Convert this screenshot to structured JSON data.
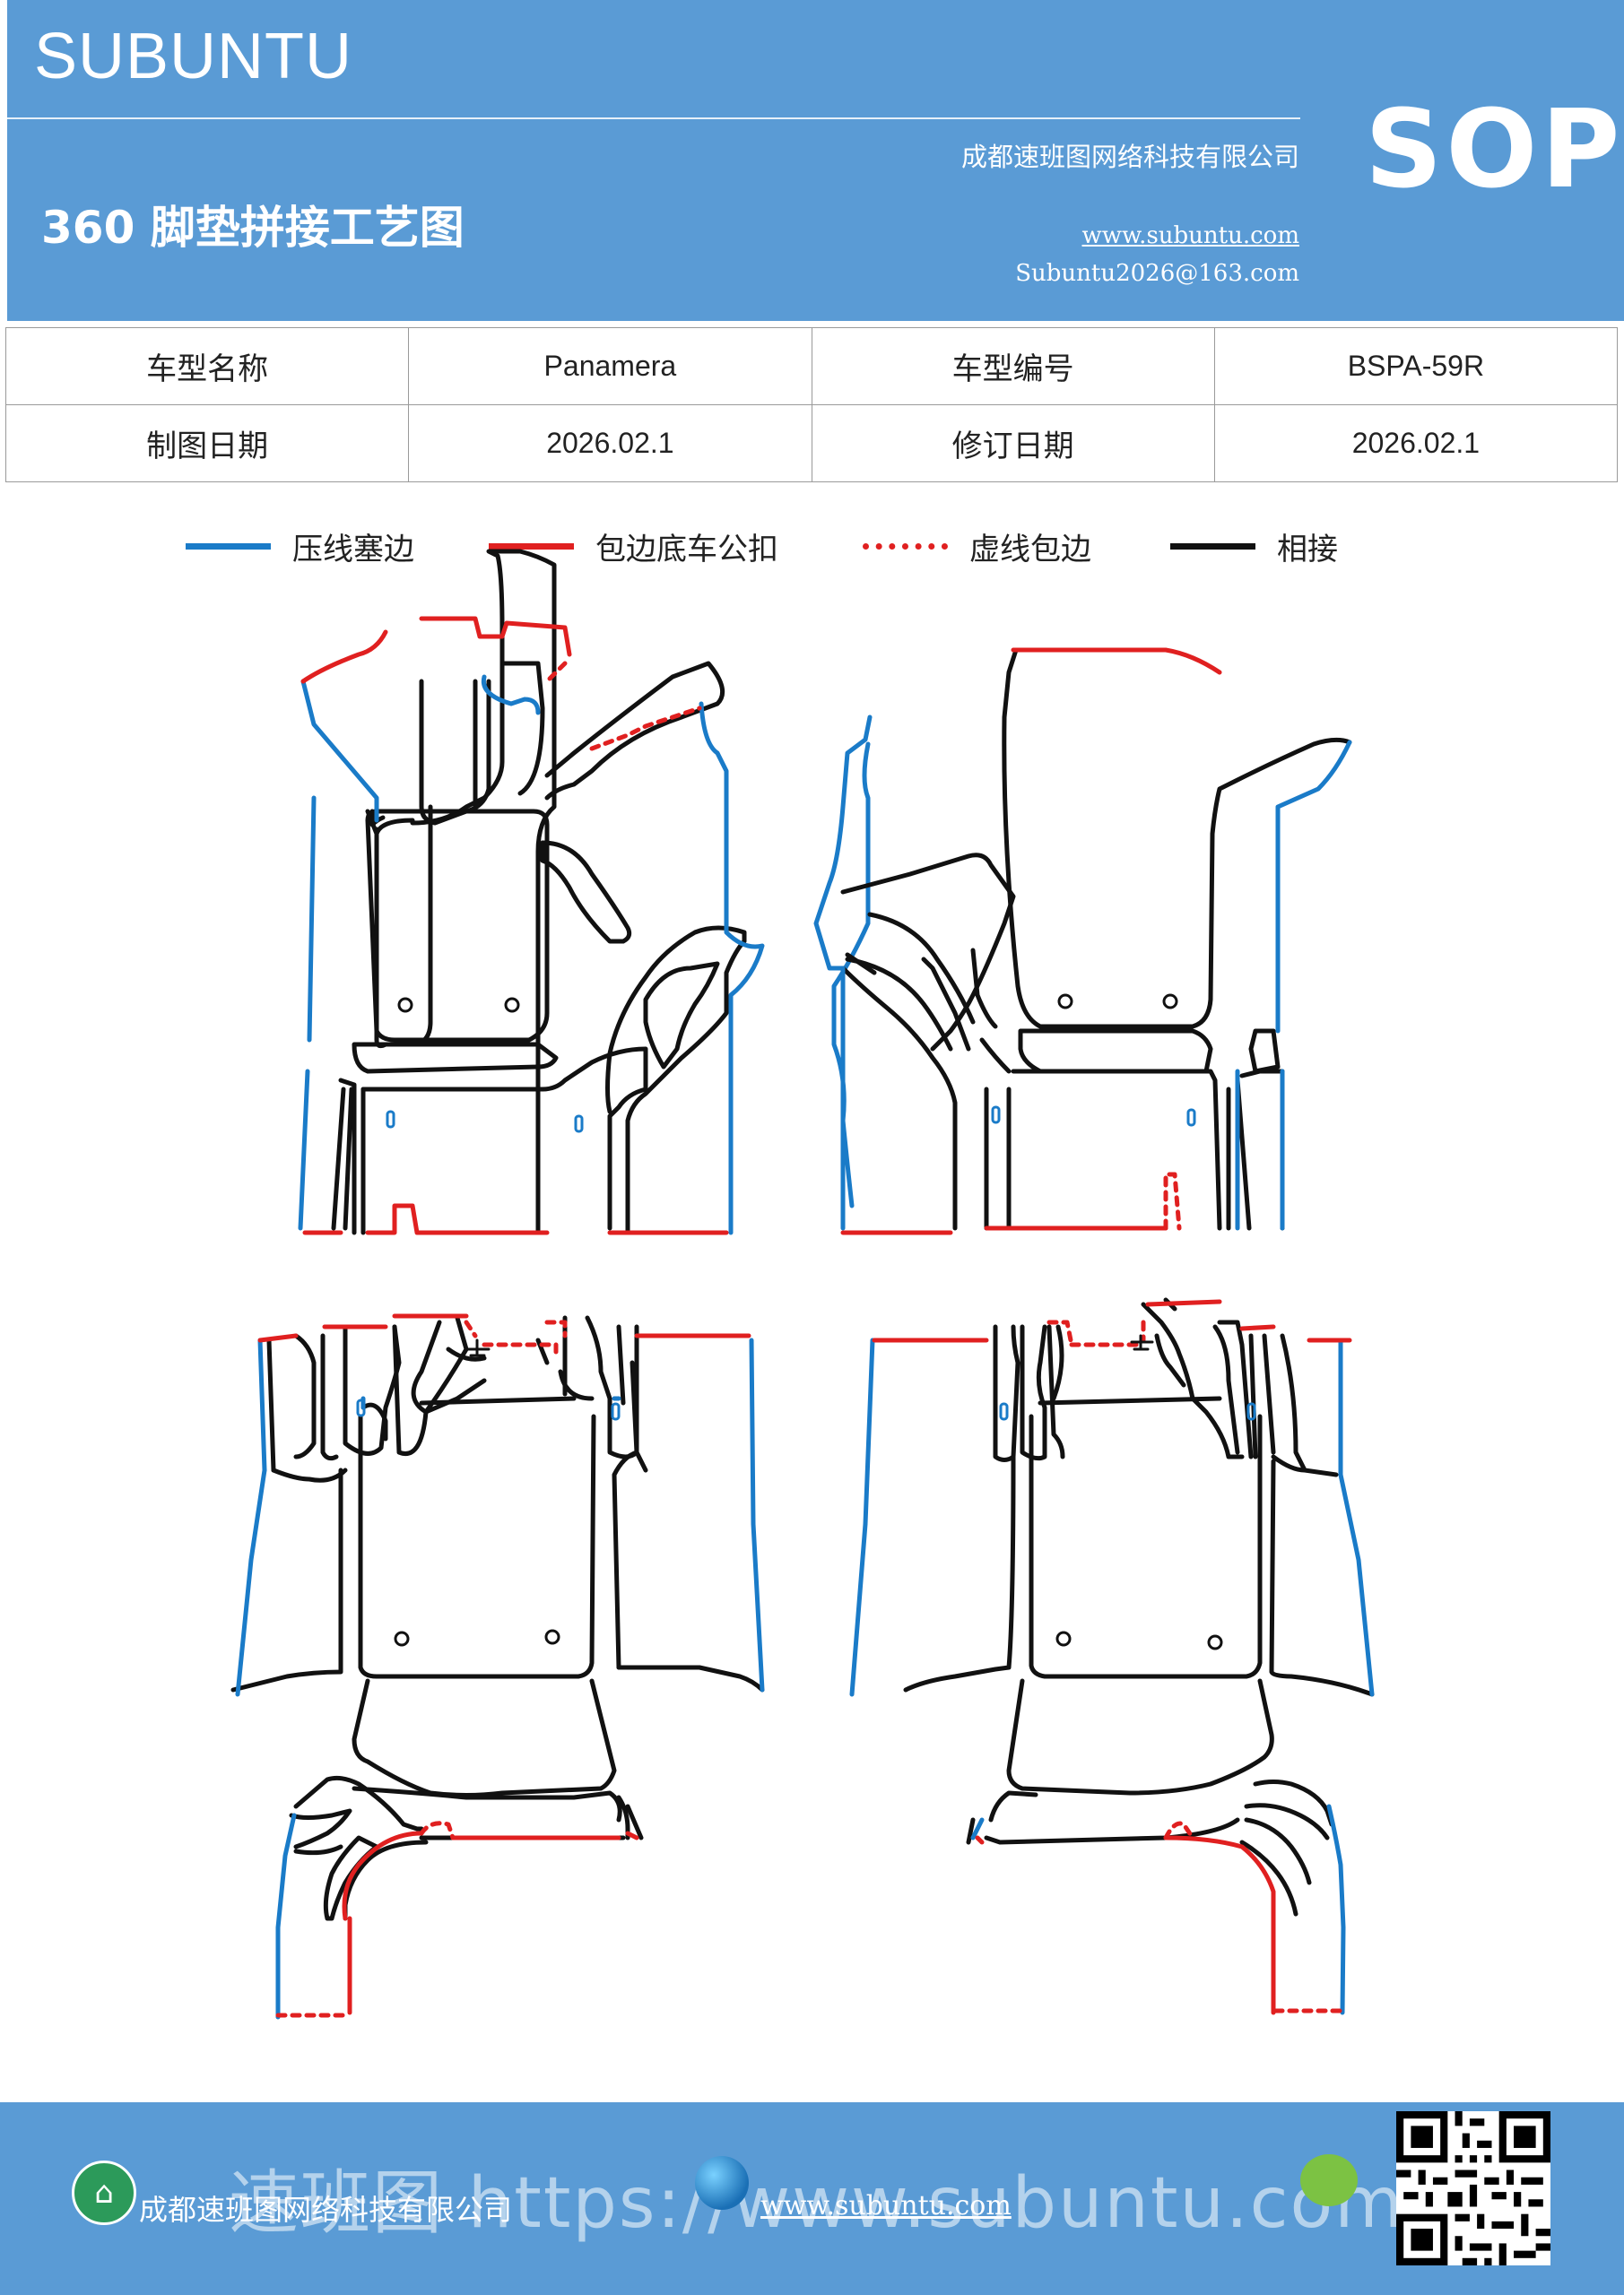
{
  "header": {
    "brand": "SUBUNTU",
    "title": "360 脚垫拼接工艺图",
    "company": "成都速班图网络科技有限公司",
    "website": "www.subuntu.com",
    "email": "Subuntu2026@163.com",
    "badge": "SOP"
  },
  "info_table": {
    "model_name_label": "车型名称",
    "model_name": "Panamera",
    "model_code_label": "车型编号",
    "model_code": "BSPA-59R",
    "draw_date_label": "制图日期",
    "draw_date": "2026.02.1",
    "revise_date_label": "修订日期",
    "revise_date": "2026.02.1"
  },
  "legend": [
    {
      "label": "压线塞边",
      "color": "#1a7bc8",
      "style": "solid"
    },
    {
      "label": "包边底车公扣",
      "color": "#e02020",
      "style": "solid"
    },
    {
      "label": "虚线包边",
      "color": "#e02020",
      "style": "dotted"
    },
    {
      "label": "相接",
      "color": "#111111",
      "style": "solid"
    }
  ],
  "footer": {
    "company": "成都速班图网络科技有限公司",
    "website": "www.subuntu.com",
    "watermark": "速班图 https://www.subuntu.com"
  },
  "colors": {
    "header_bg": "#5a9bd5",
    "blue_edge": "#1a7bc8",
    "red_edge": "#e02020",
    "join_line": "#111111"
  }
}
